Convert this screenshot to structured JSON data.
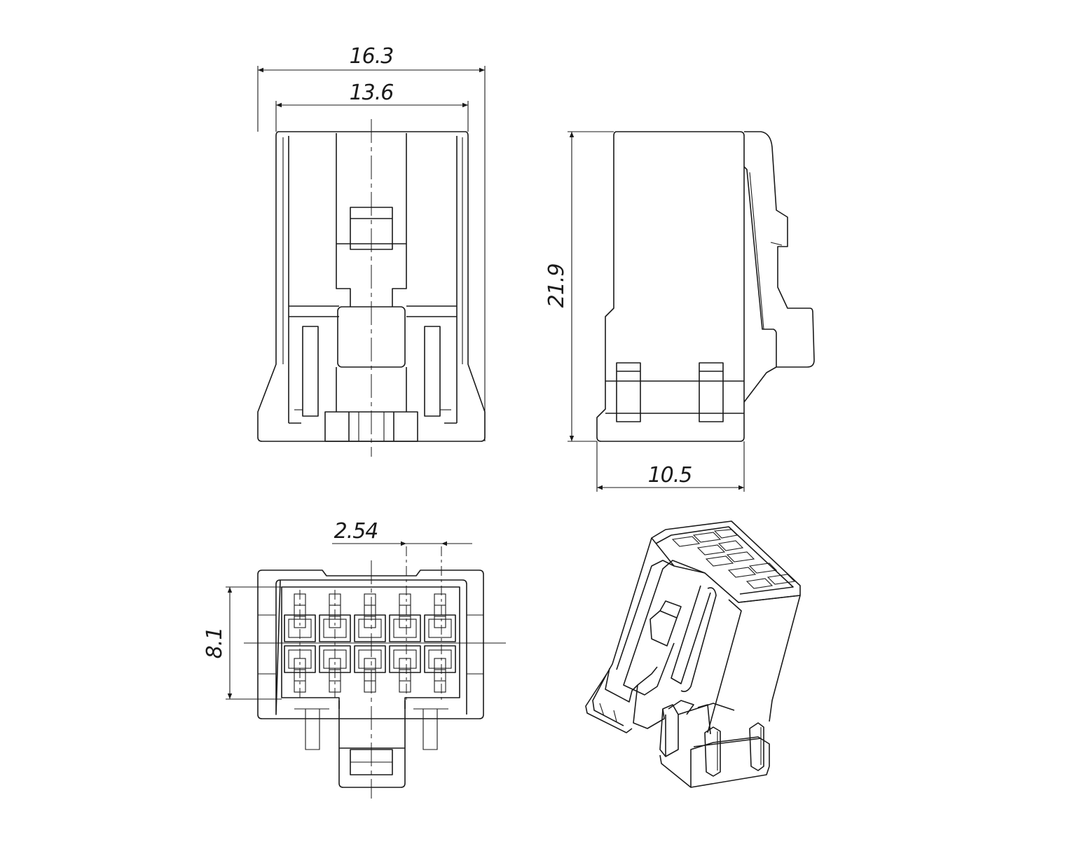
{
  "dimensions": {
    "overall_width": "16.3",
    "inner_width": "13.6",
    "height": "21.9",
    "depth": "10.5",
    "pitch": "2.54",
    "row_height": "8.1"
  },
  "views": [
    "front-view",
    "side-view",
    "bottom-view",
    "isometric-view"
  ],
  "colors": {
    "line": "#1a1a1a",
    "background": "#ffffff"
  }
}
